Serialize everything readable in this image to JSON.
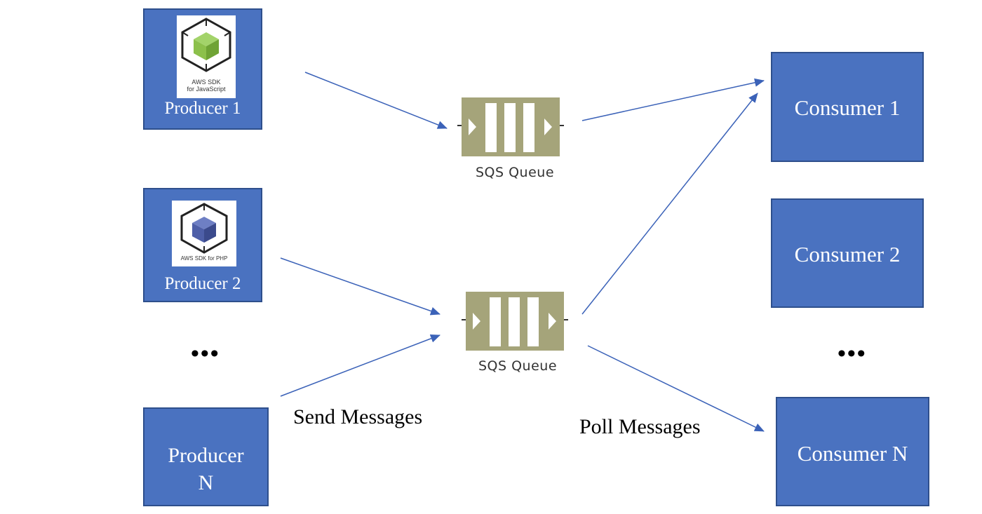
{
  "colors": {
    "box_fill": "#4a72c0",
    "box_border": "#2e4f8c",
    "queue_fill": "#a5a47a",
    "arrow": "#3b62b8",
    "js_cube": "#8cc04b",
    "php_cube": "#4e5fa8"
  },
  "producers": [
    {
      "label": "Producer 1",
      "sdk_line1": "AWS SDK",
      "sdk_line2": "for JavaScript",
      "icon": "aws-sdk-javascript-logo"
    },
    {
      "label": "Producer 2",
      "sdk_line1": "AWS SDK for PHP",
      "icon": "aws-sdk-php-logo"
    },
    {
      "label_line1": "Producer",
      "label_line2": "N"
    }
  ],
  "queues": [
    {
      "label": "SQS Queue",
      "icon": "sqs-queue-icon"
    },
    {
      "label": "SQS Queue",
      "icon": "sqs-queue-icon"
    }
  ],
  "consumers": [
    {
      "label": "Consumer 1"
    },
    {
      "label": "Consumer 2"
    },
    {
      "label": "Consumer N"
    }
  ],
  "ellipsis": "•••",
  "captions": {
    "send": "Send Messages",
    "poll": "Poll Messages"
  }
}
